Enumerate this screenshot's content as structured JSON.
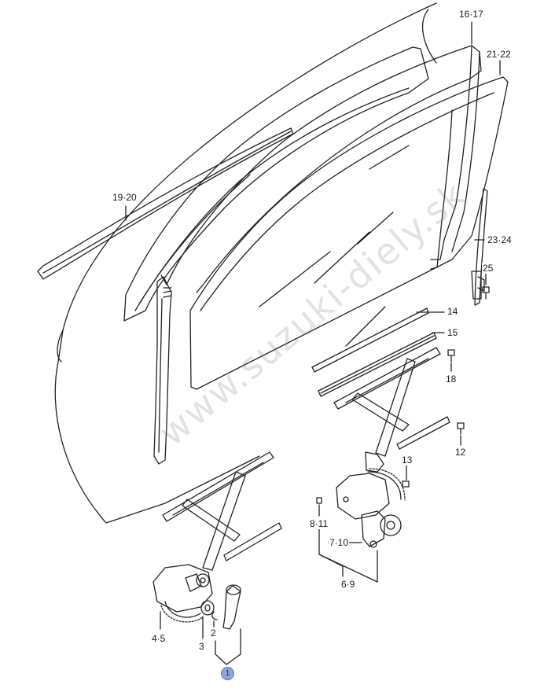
{
  "watermark": "www.suzuki-diely.sk",
  "labels": {
    "l16_17": "16·17",
    "l21_22": "21·22",
    "l19_20": "19·20",
    "l23_24": "23·24",
    "l25": "25",
    "l14": "14",
    "l15": "15",
    "l18": "18",
    "l12": "12",
    "l13": "13",
    "l8_11": "8·11",
    "l7_10": "7·10",
    "l6_9": "6·9",
    "l4_5": "4·5",
    "l3": "3",
    "l2": "2",
    "l1": "1"
  },
  "colors": {
    "line": "#222222",
    "badge": "#8fa6d8"
  }
}
